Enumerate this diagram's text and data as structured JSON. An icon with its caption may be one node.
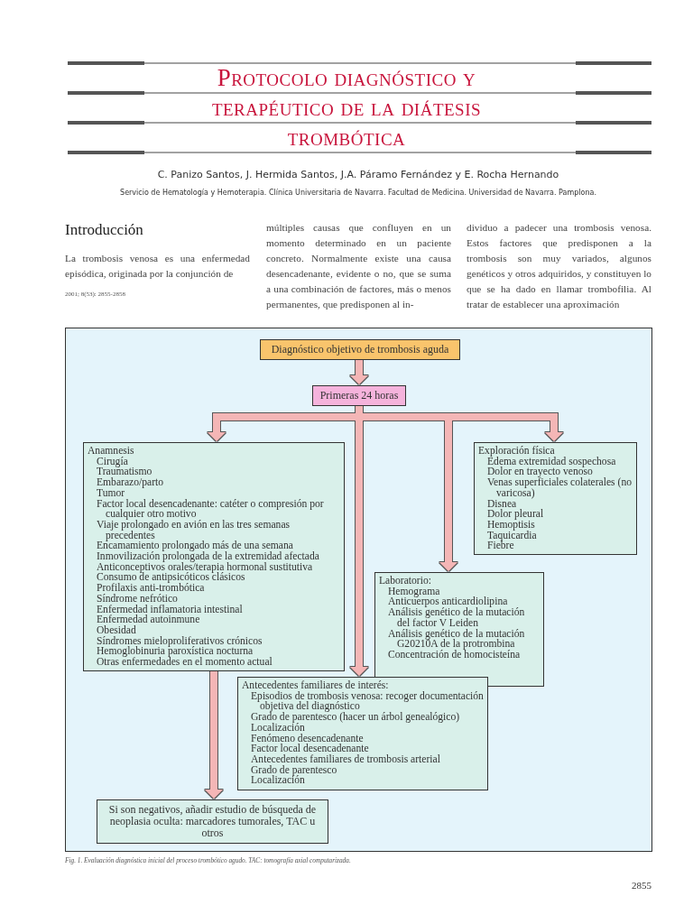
{
  "diagram": {
    "title": "Protocolo diagnóstico y terapéutico de la diátesis trombótica",
    "caption": "Fig. 1. Evaluación diagnóstica inicial del proceso trombótico agudo. TAC: tomografía axial computarizada.",
    "nodes": [
      {
        "text": [
          "Diagnóstico objetivo de trombosis aguda"
        ]
      },
      {
        "text": [
          "Primeras 24 horas"
        ]
      },
      {
        "text": [
          "Anamnesis",
          "Cirugía",
          "Traumatismo",
          "Embarazo/parto",
          "Tumor",
          "Factor local desencadenante: catéter o compresión por cualquier otro motivo",
          "Viaje prolongado en avión en las tres semanas precedentes",
          "Encamamiento prolongado más de una semana",
          "Inmovilización prolongada de la extremidad afectada",
          "Anticonceptivos orales/terapia hormonal sustitutiva",
          "Consumo de antipsicóticos clásicos",
          "Profilaxis anti-trombótica",
          "Síndrome nefrótico",
          "Enfermedad inflamatoria intestinal",
          "Enfermedad autoinmune",
          "Obesidad",
          "Síndromes mieloproliferativos crónicos",
          "Hemoglobinuria paroxística nocturna",
          "Otras enfermedades en el momento actual"
        ]
      },
      {
        "text": [
          "Exploración física",
          "Edema extremidad sospechosa",
          "Dolor en trayecto venoso",
          "Venas superficiales colaterales (no varicosa)",
          "Disnea",
          "Dolor pleural",
          "Hemoptisis",
          "Taquicardia",
          "Fiebre"
        ]
      },
      {
        "text": [
          "Laboratorio:",
          "Hemograma",
          "Anticuerpos anticardiolipina",
          "Análisis genético de la mutación del factor V Leiden",
          "Análisis genético de la mutación G20210A de la protrombina",
          "Concentración de homocisteína"
        ]
      },
      {
        "text": [
          "Antecedentes familiares de interés:",
          "Episodios de trombosis venosa: recoger documentación objetiva del diagnóstico",
          "Grado de parentesco (hacer un árbol genealógico)",
          "Localización",
          "Fenómeno desencadenante",
          "Factor local desencadenante",
          "Antecedentes familiares de trombosis arterial",
          "Grado de parentesco",
          "Localización"
        ]
      },
      {
        "text": [
          "Si son negativos, añadir estudio de búsqueda de neoplasia oculta: marcadores tumorales, TAC u otros"
        ]
      }
    ],
    "edges": [
      {
        "from": 0,
        "to": 1,
        "arrow": "to"
      },
      {
        "from": 1,
        "to": 2,
        "arrow": "to"
      },
      {
        "from": 1,
        "to": 3,
        "arrow": "to"
      },
      {
        "from": 1,
        "to": 4,
        "arrow": "to"
      },
      {
        "from": 1,
        "to": 5,
        "arrow": "to"
      },
      {
        "from": 2,
        "to": 6,
        "arrow": "to"
      }
    ],
    "labels": [
      "C. Panizo Santos, J. Hermida Santos, J.A. Páramo Fernández y E. Rocha Hernando",
      "Servicio de Hematología y Hemoterapia. Clínica Universitaria de Navarra. Facultad de Medicina. Universidad de Navarra. Pamplona.",
      "Introducción",
      "La trombosis venosa es una enfermedad episódica, originada por la conjunción de",
      "2001; 8(53): 2855-2858",
      "múltiples causas que confluyen en un momento determinado en un paciente concreto. Normalmente existe una causa desencadenante, evidente o no, que se suma a una combinación de factores, más o menos permanentes, que predisponen al in-",
      "dividuo a padecer una trombosis venosa. Estos factores que predisponen a la trombosis son muy variados, algunos genéticos y otros adquiridos, y constituyen lo que se ha dado en llamar trombofilia. Al tratar de establecer una aproximación",
      "2855"
    ]
  }
}
